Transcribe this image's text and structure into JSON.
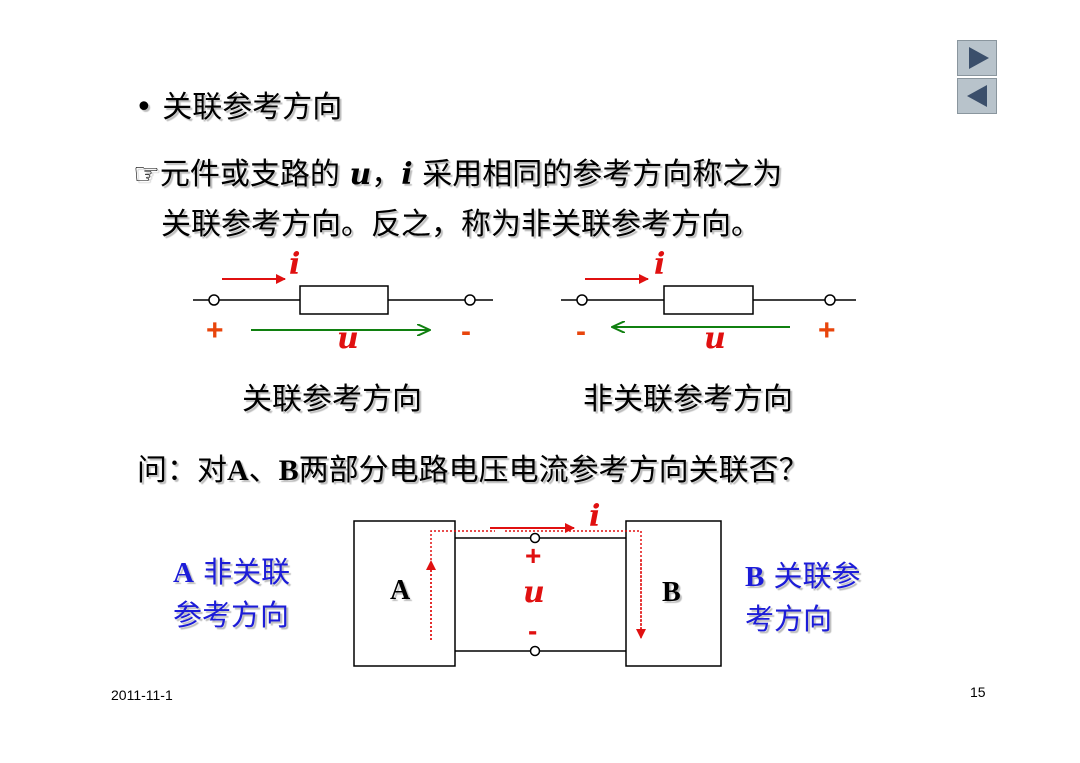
{
  "nav": {
    "next_icon": "▶",
    "prev_icon": "◀"
  },
  "bullet": {
    "dot": "•",
    "text": "关联参考方向"
  },
  "paragraph": {
    "hand_icon": "☞",
    "line1_a": "元件或支路的 ",
    "u": "u",
    "comma": "，",
    "i": "i",
    "line1_b": " 采用相同的参考方向称之为",
    "line2": "关联参考方向。反之，称为非关联参考方向。"
  },
  "circuit_left": {
    "current": "i",
    "voltage": "u",
    "plus": "+",
    "minus": "-",
    "caption": "关联参考方向"
  },
  "circuit_right": {
    "current": "i",
    "voltage": "u",
    "plus": "+",
    "minus": "-",
    "caption": "非关联参考方向"
  },
  "question": {
    "prefix": "问：对",
    "a": "A",
    "sep": "、",
    "b": "B",
    "suffix": "两部分电路电压电流参考方向关联否？"
  },
  "ab_circuit": {
    "box_a": "A",
    "box_b": "B",
    "current": "i",
    "voltage": "u",
    "plus": "+",
    "minus": "-"
  },
  "annot_a": {
    "letter": "A",
    "line1": " 非关联",
    "line2": "参考方向"
  },
  "annot_b": {
    "letter": "B",
    "line1": " 关联参",
    "line2": "考方向"
  },
  "footer": {
    "date": "2011-11-1",
    "page": "15"
  },
  "colors": {
    "current": "#e01010",
    "voltage": "#108010",
    "sign": "#e8450c",
    "annot": "#1c1cd8"
  }
}
